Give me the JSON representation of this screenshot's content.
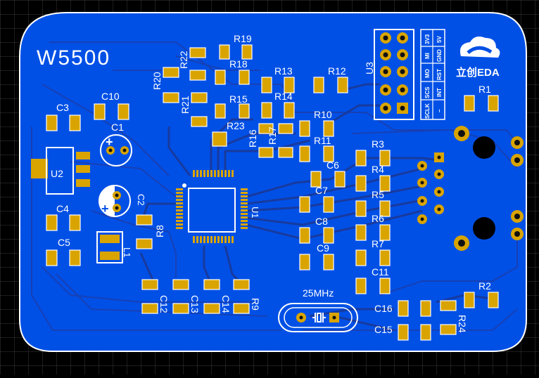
{
  "board": {
    "title": "W5500",
    "crystal_label": "25MHz",
    "logo_text": "立创EDA",
    "colors": {
      "background": "#000000",
      "grid": "#3a3a3a",
      "board_fill": "#0050e6",
      "board_outline": "#ffffff",
      "copper": "#0a47c4",
      "trace": "#1c3fa8",
      "pad": "#d9a400",
      "silk": "#ffffff",
      "mask_dark": "#0b2e80"
    }
  },
  "components": {
    "R19": "R19",
    "R22": "R22",
    "R18": "R18",
    "R20": "R20",
    "R21": "R21",
    "R13": "R13",
    "R12": "R12",
    "R14": "R14",
    "R15": "R15",
    "R23": "R23",
    "R16": "R16",
    "R17": "R17",
    "R10": "R10",
    "R11": "R11",
    "R3": "R3",
    "R4": "R4",
    "R5": "R5",
    "R6": "R6",
    "R7": "R7",
    "R1": "R1",
    "R2": "R2",
    "R8": "R8",
    "R9": "R9",
    "R24": "R24",
    "C1": "C1",
    "C2": "C2",
    "C3": "C3",
    "C4": "C4",
    "C5": "C5",
    "C6": "C6",
    "C7": "C7",
    "C8": "C8",
    "C9": "C9",
    "C10": "C10",
    "C11": "C11",
    "C12": "C12",
    "C13": "C13",
    "C14": "C14",
    "C15": "C15",
    "C16": "C16",
    "U1": "U1",
    "U2": "U2",
    "U3": "U3",
    "L1": "L1"
  },
  "header_labels": {
    "row1": [
      "3V3",
      "5V"
    ],
    "row2": [
      "MI",
      "GND"
    ],
    "row3": [
      "MO",
      "RST"
    ],
    "row4": [
      "SCS",
      "INT"
    ],
    "row5": [
      "SCLK",
      "–"
    ]
  },
  "polarity": {
    "plus": "+"
  }
}
